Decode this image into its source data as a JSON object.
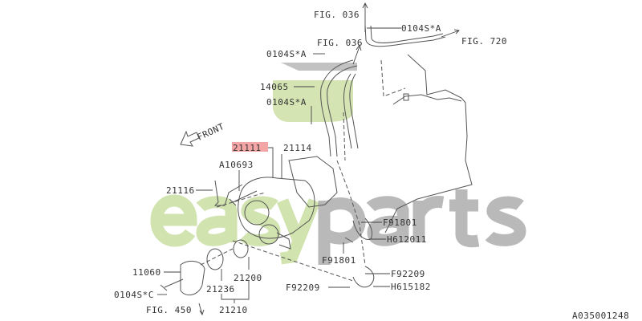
{
  "diagram": {
    "labels": {
      "fig036_top": "FIG. 036",
      "bolt_top_right": "0104S*A",
      "fig720": "FIG. 720",
      "fig036_mid": "FIG. 036",
      "bolt_top_left": "0104S*A",
      "pipe": "14065",
      "bolt_mid": "0104S*A",
      "front": "FRONT",
      "water_pump": "21111",
      "gasket_pump": "21114",
      "stud": "A10693",
      "bracket": "21116",
      "clamp_upper": "F91801",
      "hose_upper": "H612011",
      "clamp_upper2": "F91801",
      "thermostat_cover": "11060",
      "clamp_lower": "F92209",
      "clamp_lower2": "F92209",
      "hose_lower": "H615182",
      "bolt_cover": "0104S*C",
      "gasket_thermostat": "21236",
      "thermostat": "21200",
      "fig450": "FIG. 450",
      "thermostat_assy": "21210",
      "diagram_id": "A035001248"
    },
    "highlight_color": "#f4a6a6",
    "watermark": {
      "part1": "easy",
      "part2": "parts"
    }
  }
}
